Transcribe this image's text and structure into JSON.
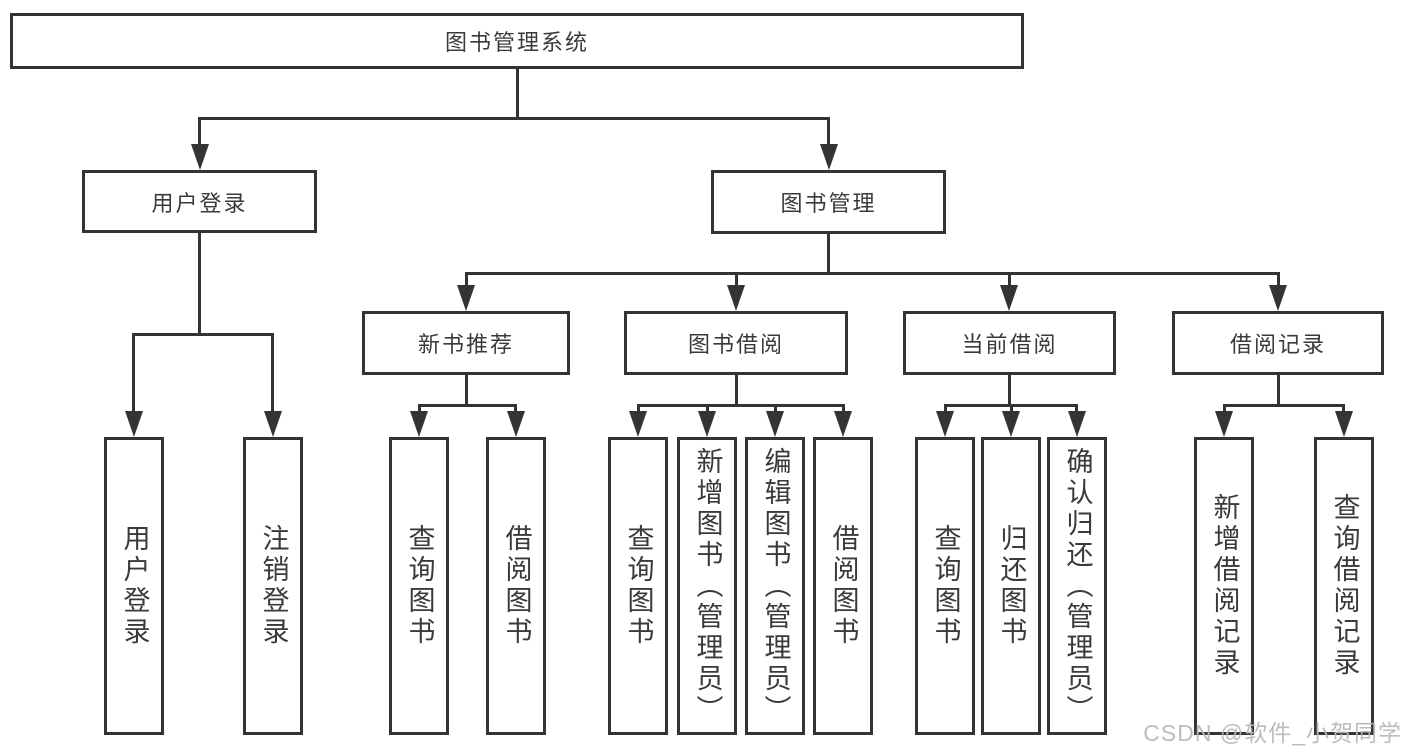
{
  "tree": {
    "root": {
      "label": "图书管理系统"
    },
    "branches": [
      {
        "label": "用户登录",
        "children": [
          {
            "label": "用户登录"
          },
          {
            "label": "注销登录"
          }
        ]
      },
      {
        "label": "图书管理",
        "children": [
          {
            "label": "新书推荐",
            "children": [
              {
                "label": "查询图书"
              },
              {
                "label": "借阅图书"
              }
            ]
          },
          {
            "label": "图书借阅",
            "children": [
              {
                "label": "查询图书"
              },
              {
                "label": "新增图书（管理员）"
              },
              {
                "label": "编辑图书（管理员）"
              },
              {
                "label": "借阅图书"
              }
            ]
          },
          {
            "label": "当前借阅",
            "children": [
              {
                "label": "查询图书"
              },
              {
                "label": "归还图书"
              },
              {
                "label": "确认归还（管理员）"
              }
            ]
          },
          {
            "label": "借阅记录",
            "children": [
              {
                "label": "新增借阅记录"
              },
              {
                "label": "查询借阅记录"
              }
            ]
          }
        ]
      }
    ]
  },
  "watermark": {
    "text": "CSDN @软件_小贺同学"
  },
  "colors": {
    "line": "#343434",
    "text": "#3a3a3a",
    "background": "#ffffff",
    "watermark": "#b8b8b8"
  }
}
